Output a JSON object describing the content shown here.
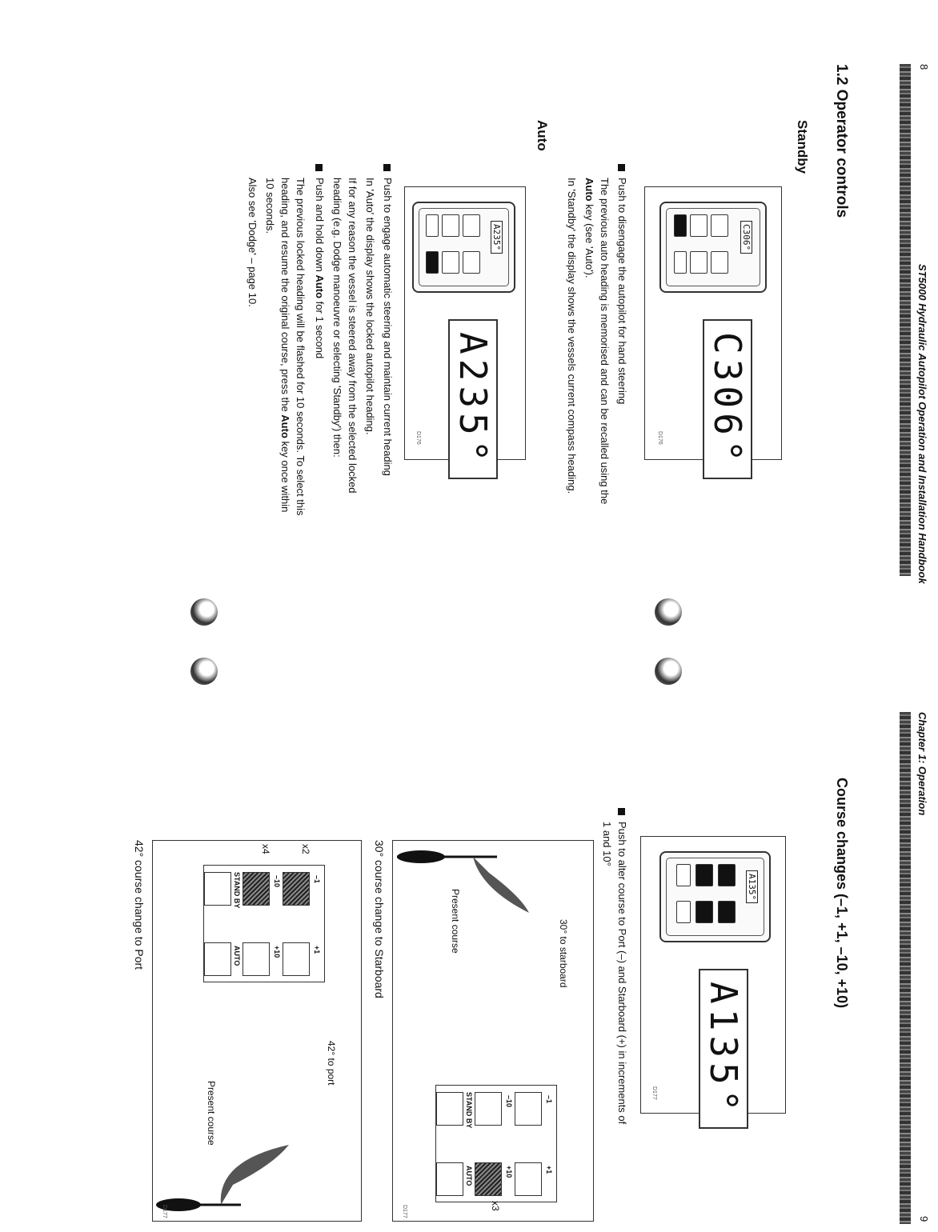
{
  "left_page": {
    "page_number": "8",
    "header": "ST5000 Hydraulic Autopilot Operation and Installation Handbook",
    "section_title": "1.2 Operator controls",
    "standby": {
      "heading": "Standby",
      "unit_readout": "C306°",
      "lcd": "C306°",
      "fig_code": "D176",
      "bullet": "Push to disengage the autopilot for hand steering",
      "line1": "The previous auto heading is memorised and can be recalled using the",
      "line2_bold": "Auto",
      "line2_rest": " key (see 'Auto').",
      "line3": "In 'Standby' the display shows the vessels current compass heading."
    },
    "auto": {
      "heading": "Auto",
      "unit_readout": "A235°",
      "lcd": "A235°",
      "fig_code": "D176",
      "bullet1": "Push to engage automatic steering and maintain current heading",
      "line1": "In 'Auto' the display shows the locked autopilot heading.",
      "line2": "If for any reason the vessel is steered away from the selected locked",
      "line3": "heading (e.g. Dodge manoeuvre or selecting 'Standby') then:",
      "bullet2_pre": "Push and hold down ",
      "bullet2_bold": "Auto",
      "bullet2_post": " for 1 second",
      "line4": "The previous locked heading will be flashed for 10 seconds. To select this",
      "line5_pre": "heading, and resume the original course, press the ",
      "line5_bold": "Auto",
      "line5_post": " key once within",
      "line6": "10 seconds.",
      "line7": "Also see 'Dodge' – page 10."
    }
  },
  "right_page": {
    "page_number": "9",
    "header": "Chapter 1: Operation",
    "section_title": "Course changes (–1, +1, –10, +10)",
    "unit_readout": "A135°",
    "lcd": "A135°",
    "fig_code": "D177",
    "bullet": "Push to alter course to Port (–) and Starboard (+) in increments of",
    "bullet_line2": "1 and 10°",
    "starboard": {
      "caption": "30° course change to Starboard",
      "arrow_label": "30° to starboard",
      "present_label": "Present course",
      "multiplier": "x3",
      "fig_code": "D177"
    },
    "port": {
      "caption": "42° course change to Port",
      "arrow_label": "42° to port",
      "present_label": "Present course",
      "multiplier_a": "x2",
      "multiplier_b": "x4",
      "fig_code": "D177"
    },
    "keypad": {
      "minus1": "–1",
      "plus1": "+1",
      "minus10": "–10",
      "plus10": "+10",
      "standby": "STAND BY",
      "auto": "AUTO"
    }
  }
}
